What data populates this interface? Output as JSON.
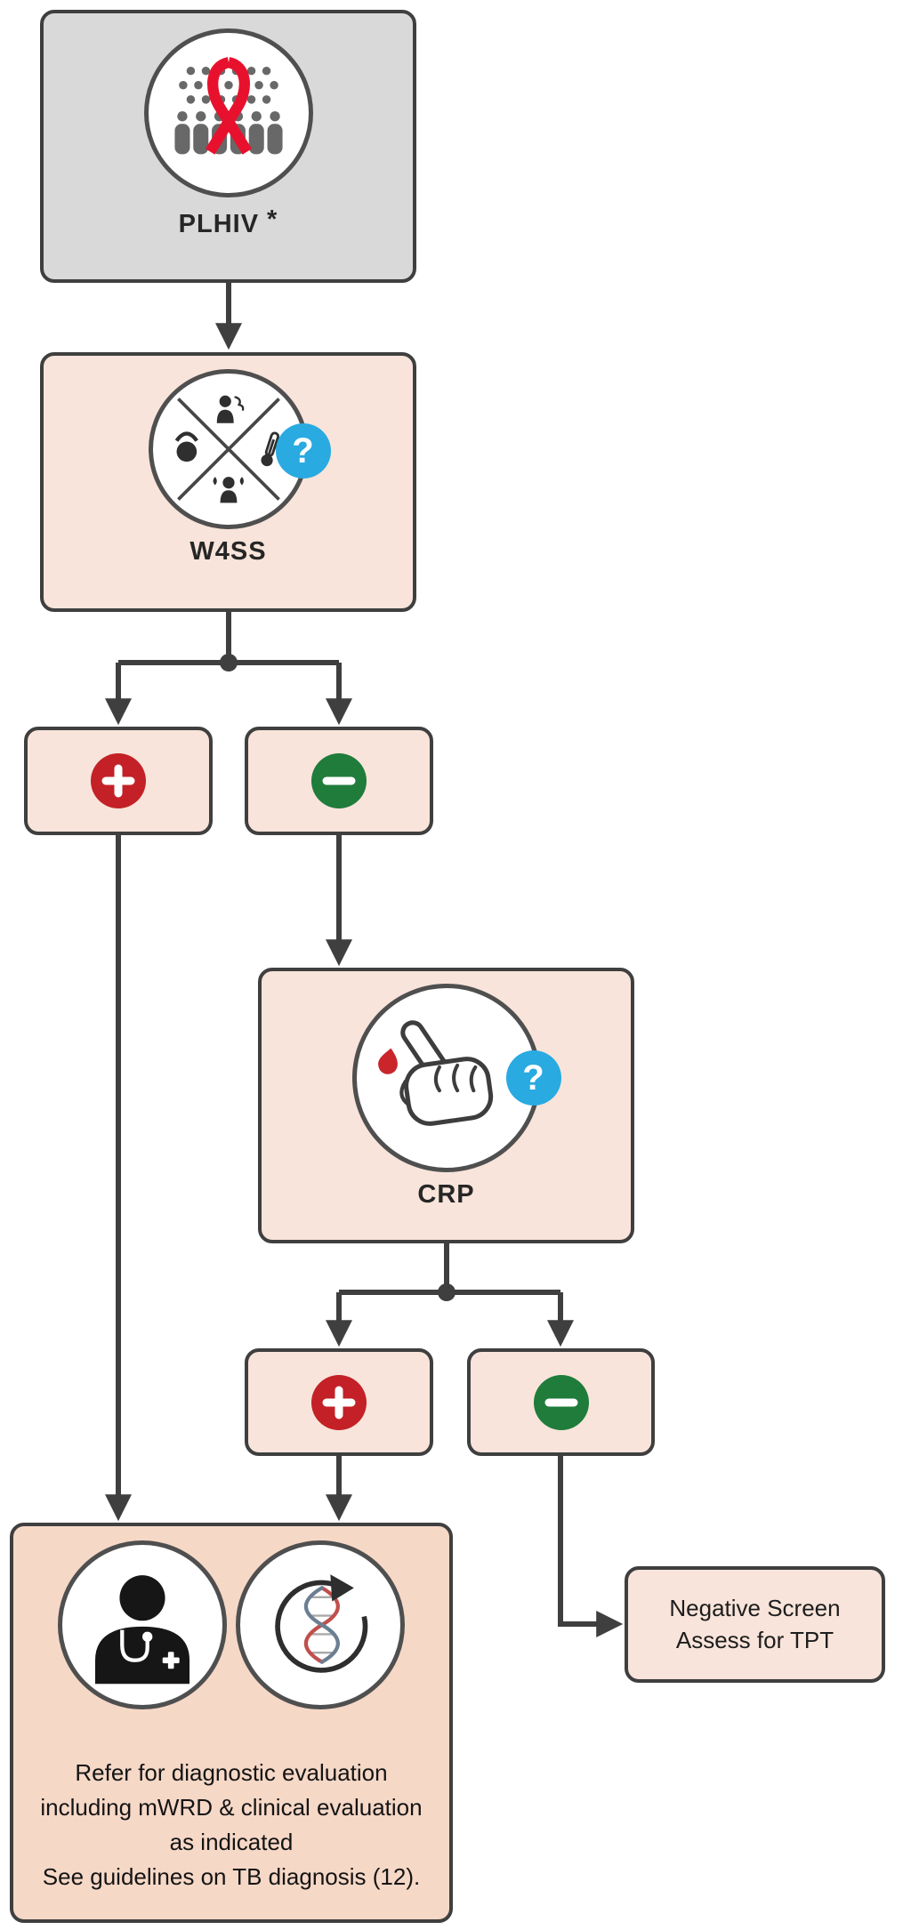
{
  "colors": {
    "border": "#3f3f3f",
    "arrow": "#3f3f3f",
    "gray_box": "#d9d9d9",
    "peach_box": "#f8e4da",
    "peach_box_dark": "#f6d8c7",
    "positive_red": "#c32127",
    "negative_green": "#1f7c3b",
    "question_blue": "#29aae1",
    "ribbon_red": "#e8112d"
  },
  "icons": {
    "plhiv": "crowd-with-red-awareness-ribbon",
    "w4ss": "four-symptom-screen",
    "crp": "finger-prick-blood-test",
    "clinician": "clinician-with-stethoscope",
    "molecular": "molecular-wrd-test-dna",
    "positive": "plus",
    "negative": "minus",
    "help": "question-mark"
  },
  "nodes": {
    "plhiv": {
      "label": "PLHIV",
      "footnote_marker": "*"
    },
    "w4ss": {
      "label": "W4SS",
      "help_badge": "?"
    },
    "crp": {
      "label": "CRP",
      "help_badge": "?"
    },
    "w4ss_positive": {
      "symbol": "+"
    },
    "w4ss_negative": {
      "symbol": "−"
    },
    "crp_positive": {
      "symbol": "+"
    },
    "crp_negative": {
      "symbol": "−"
    },
    "referral": {
      "lines": [
        "Refer for diagnostic evaluation",
        "including mWRD & clinical evaluation",
        "as indicated",
        "See guidelines on TB diagnosis (12)."
      ]
    },
    "negative_screen": {
      "lines": [
        "Negative Screen",
        "Assess for TPT"
      ]
    }
  }
}
